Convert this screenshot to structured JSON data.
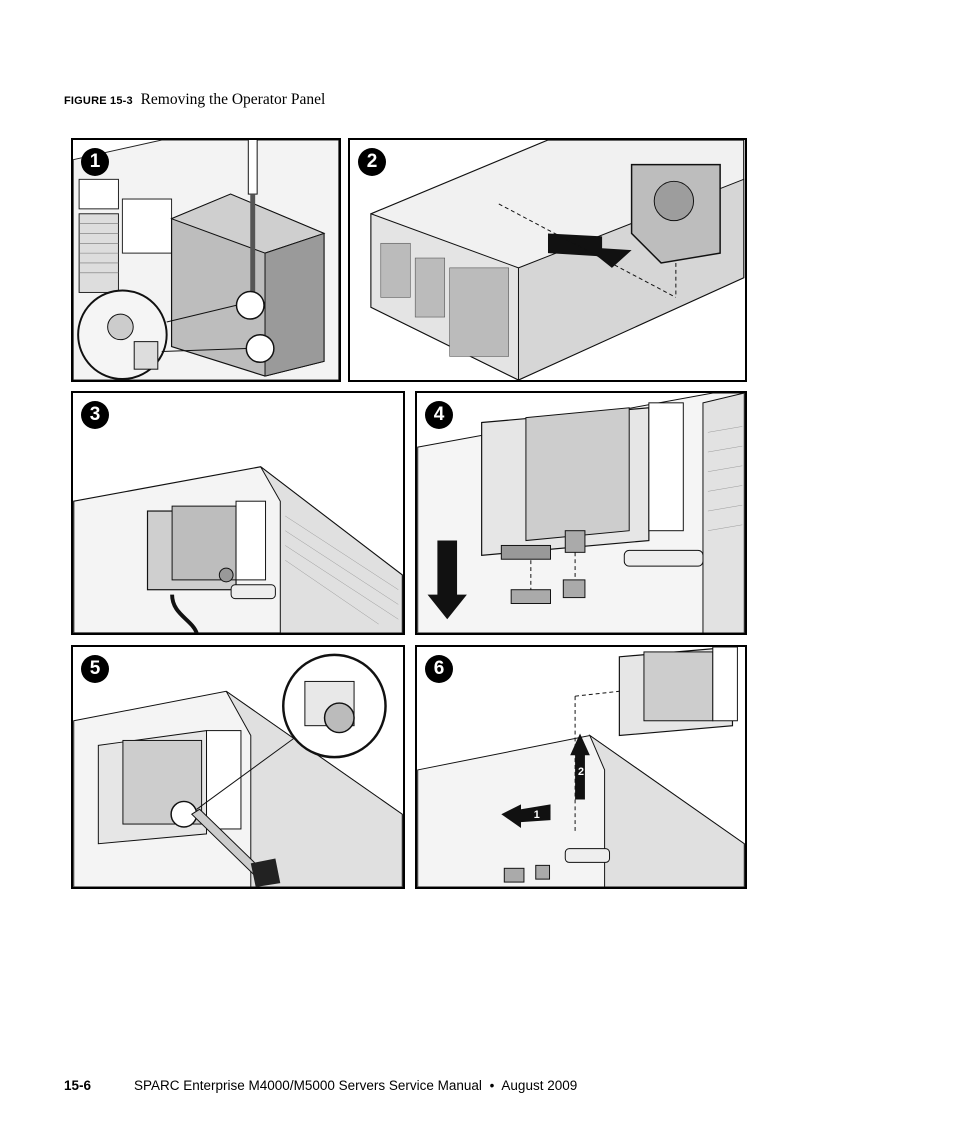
{
  "figure": {
    "number": "FIGURE 15-3",
    "title": "Removing the Operator Panel"
  },
  "steps": [
    {
      "label": "1"
    },
    {
      "label": "2"
    },
    {
      "label": "3"
    },
    {
      "label": "4"
    },
    {
      "label": "5"
    },
    {
      "label": "6"
    }
  ],
  "step6_arrows": {
    "first": "1",
    "second": "2"
  },
  "footer": {
    "page": "15-6",
    "text": "SPARC Enterprise M4000/M5000 Servers Service Manual",
    "separator": "•",
    "date": "August 2009"
  }
}
